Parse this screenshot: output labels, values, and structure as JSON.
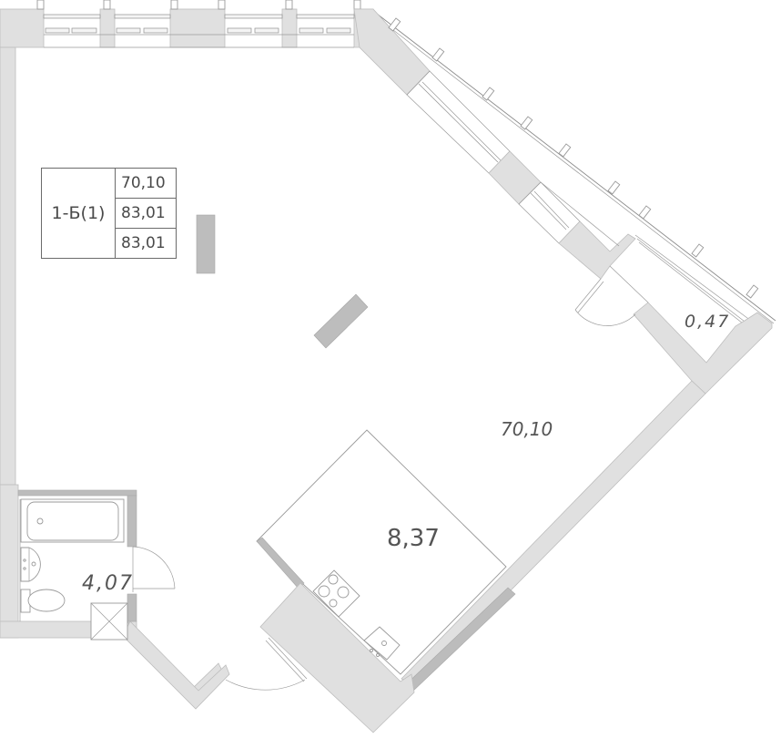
{
  "plan": {
    "apartment_type": "1-Б(1)",
    "summary_areas": [
      "70,10",
      "83,01",
      "83,01"
    ],
    "rooms": [
      {
        "id": "living",
        "name": "living-room",
        "area": "70,10"
      },
      {
        "id": "kitchen",
        "name": "kitchen",
        "area": "8,37"
      },
      {
        "id": "bathroom",
        "name": "bathroom",
        "area": "4,07"
      },
      {
        "id": "balcony",
        "name": "balcony",
        "area": "0,47"
      }
    ],
    "colors": {
      "wall": "#e0e0e0",
      "column": "#bdbdbd",
      "line": "#8a8a8a",
      "text": "#555555",
      "background": "#ffffff"
    }
  }
}
